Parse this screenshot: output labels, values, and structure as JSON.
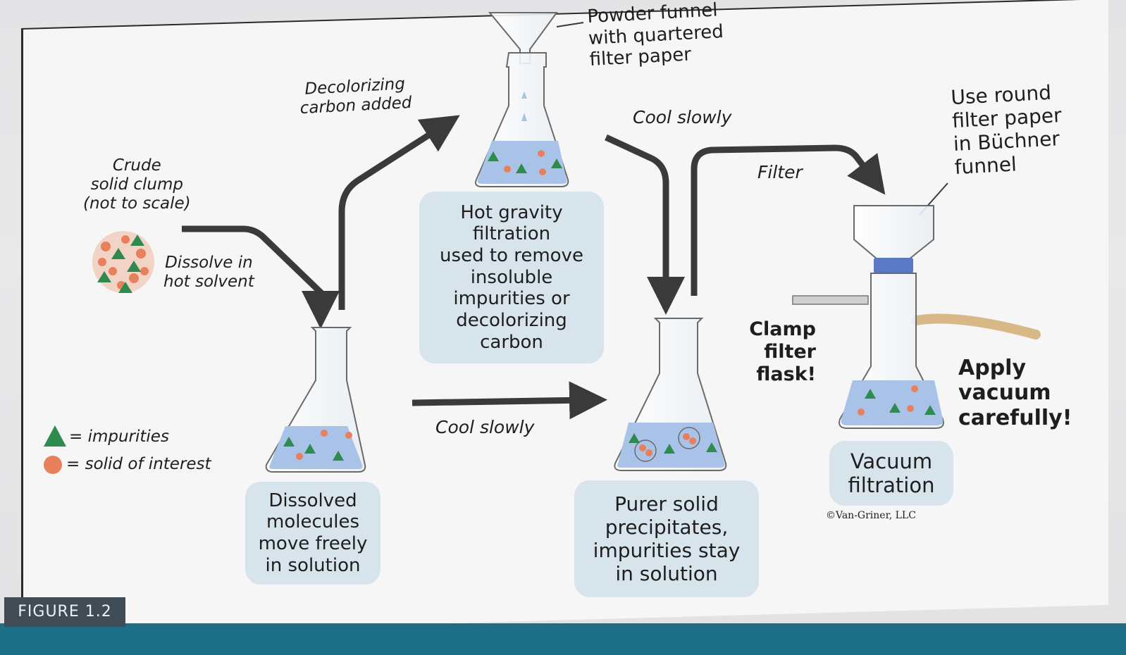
{
  "figure_label": "FIGURE 1.2",
  "labels": {
    "crude": [
      "Crude",
      "solid clump",
      "(not to scale)"
    ],
    "dissolve": [
      "Dissolve in",
      "hot solvent"
    ],
    "decolorizing": [
      "Decolorizing",
      "carbon added"
    ],
    "powder_funnel": [
      "Powder funnel",
      "with quartered",
      "filter paper"
    ],
    "cool_slowly_top": "Cool slowly",
    "cool_slowly_bottom": "Cool slowly",
    "filter": "Filter",
    "use_round": [
      "Use round",
      "filter paper",
      "in Büchner",
      "funnel"
    ],
    "clamp": [
      "Clamp",
      "filter",
      "flask!"
    ],
    "apply": [
      "Apply",
      "vacuum",
      "carefully!"
    ],
    "copyright": "©Van-Griner, LLC"
  },
  "boxes": {
    "hot_gravity": [
      "Hot gravity",
      "filtration",
      "used to remove",
      "insoluble",
      "impurities or",
      "decolorizing",
      "carbon"
    ],
    "dissolved": [
      "Dissolved",
      "molecules",
      "move freely",
      "in solution"
    ],
    "purer": [
      "Purer solid",
      "precipitates,",
      "impurities stay",
      "in solution"
    ],
    "vacuum": [
      "Vacuum",
      "filtration"
    ]
  },
  "legend": {
    "impurities": "= impurities",
    "solid": "= solid of interest"
  },
  "colors": {
    "solution": "#a9c3e8",
    "impurity": "#2f8a4e",
    "solid": "#e8805e",
    "arrow": "#3a3a3a",
    "box": "#d8e4ec",
    "figure_bar": "#1d6f86"
  }
}
